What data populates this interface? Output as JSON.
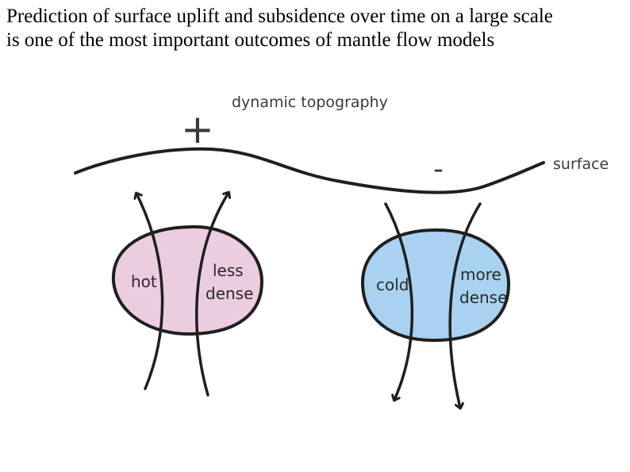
{
  "heading": {
    "line1": "Prediction of surface uplift and subsidence over time on a large scale",
    "line2": "is one of the most important outcomes of mantle flow models"
  },
  "diagram": {
    "dynamic_topography_label": "dynamic topography",
    "plus_sign": "+",
    "minus_sign": "-",
    "surface_label": "surface",
    "hot_blob": {
      "color": "#ecccdf",
      "left_label": "hot",
      "right_label_line1": "less",
      "right_label_line2": "dense"
    },
    "cold_blob": {
      "color": "#a8d2f0",
      "left_label": "cold",
      "right_label_line1": "more",
      "right_label_line2": "dense"
    },
    "stroke_color": "#1f1f1f"
  }
}
